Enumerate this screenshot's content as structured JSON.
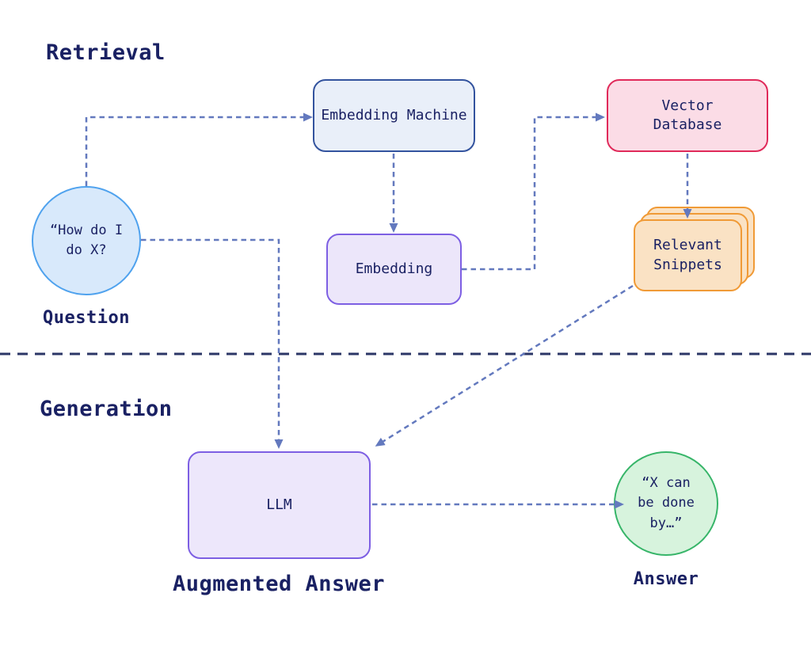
{
  "diagram": {
    "type": "flowchart",
    "sections": {
      "retrieval": {
        "title": "Retrieval"
      },
      "generation": {
        "title": "Generation"
      }
    },
    "nodes": {
      "question": {
        "text": "“How do I\ndo X?",
        "caption": "Question",
        "shape": "circle"
      },
      "embedding_machine": {
        "label": "Embedding Machine",
        "shape": "rounded-box"
      },
      "vector_database": {
        "label": "Vector\nDatabase",
        "shape": "rounded-box"
      },
      "embedding": {
        "label": "Embedding",
        "shape": "rounded-box"
      },
      "relevant_snippets": {
        "label": "Relevant\nSnippets",
        "shape": "stacked-cards"
      },
      "llm": {
        "label": "LLM",
        "caption": "Augmented Answer",
        "shape": "rounded-box"
      },
      "answer": {
        "text": "“X can\nbe done\nby…”",
        "caption": "Answer",
        "shape": "circle"
      }
    },
    "edges": [
      {
        "from": "question",
        "to": "embedding_machine",
        "style": "dashed-elbow"
      },
      {
        "from": "embedding_machine",
        "to": "embedding",
        "style": "dashed-straight"
      },
      {
        "from": "embedding",
        "to": "vector_database",
        "style": "dashed-elbow"
      },
      {
        "from": "vector_database",
        "to": "relevant_snippets",
        "style": "dashed-straight"
      },
      {
        "from": "relevant_snippets",
        "to": "llm",
        "style": "dashed-diagonal"
      },
      {
        "from": "question",
        "to": "llm",
        "style": "dashed-elbow"
      },
      {
        "from": "llm",
        "to": "answer",
        "style": "dashed-straight"
      }
    ],
    "divider": {
      "style": "dashed",
      "orientation": "horizontal"
    },
    "colors": {
      "text_navy": "#1A2163",
      "arrow_blue": "#6379BE",
      "divider_navy": "#2B3666",
      "question_fill": "#D8E9FB",
      "question_border": "#4FA2EE",
      "embedding_machine_fill": "#E9EFF9",
      "embedding_machine_border": "#33539E",
      "vector_database_fill": "#FBDCE6",
      "vector_database_border": "#E02A5A",
      "embedding_fill": "#ECE6FA",
      "embedding_border": "#7D5FE3",
      "snippets_fill": "#FAE2C4",
      "snippets_border": "#F09A36",
      "llm_fill": "#EDE7FB",
      "llm_border": "#7D5FE3",
      "answer_fill": "#D7F3DD",
      "answer_border": "#37B569",
      "background": "#FFFFFF"
    }
  }
}
